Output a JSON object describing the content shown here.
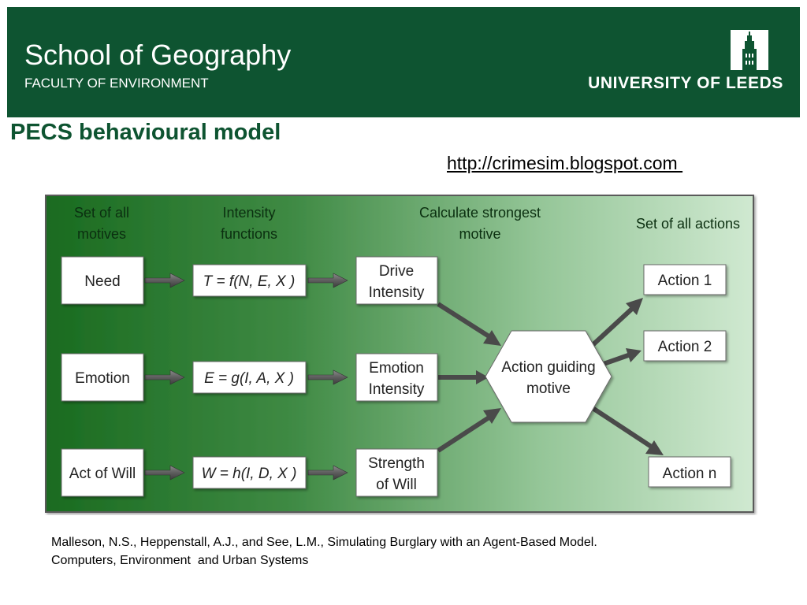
{
  "header": {
    "school": "School of Geography",
    "faculty": "FACULTY OF ENVIRONMENT",
    "university": "UNIVERSITY OF LEEDS",
    "logo_icon": "leeds-tower-logo-icon",
    "background_color": "#0e5431"
  },
  "title": "PECS behavioural model",
  "url": "http://crimesim.blogspot.com ",
  "diagram": {
    "headings": {
      "motives": [
        "Set of all",
        "motives"
      ],
      "intensity": [
        "Intensity",
        "functions"
      ],
      "calculate": [
        "Calculate strongest",
        "motive"
      ],
      "actions": "Set of all actions"
    },
    "motives": [
      "Need",
      "Emotion",
      "Act of Will"
    ],
    "functions": [
      "T = f(N, E, X )",
      "E = g(I, A, X )",
      "W = h(I, D, X )"
    ],
    "intensities": [
      [
        "Drive",
        "Intensity"
      ],
      [
        "Emotion",
        "Intensity"
      ],
      [
        "Strength",
        "of Will"
      ]
    ],
    "hub": [
      "Action guiding",
      "motive"
    ],
    "actions": [
      "Action 1",
      "Action 2",
      "Action n"
    ],
    "colors": {
      "dark_green": "#1a6b20",
      "light_green": "#c7e4c8"
    }
  },
  "citation": {
    "line1": "Malleson, N.S., Heppenstall, A.J., and See, L.M., Simulating Burglary with an Agent-Based Model.",
    "line2": "Computers, Environment  and Urban Systems"
  }
}
